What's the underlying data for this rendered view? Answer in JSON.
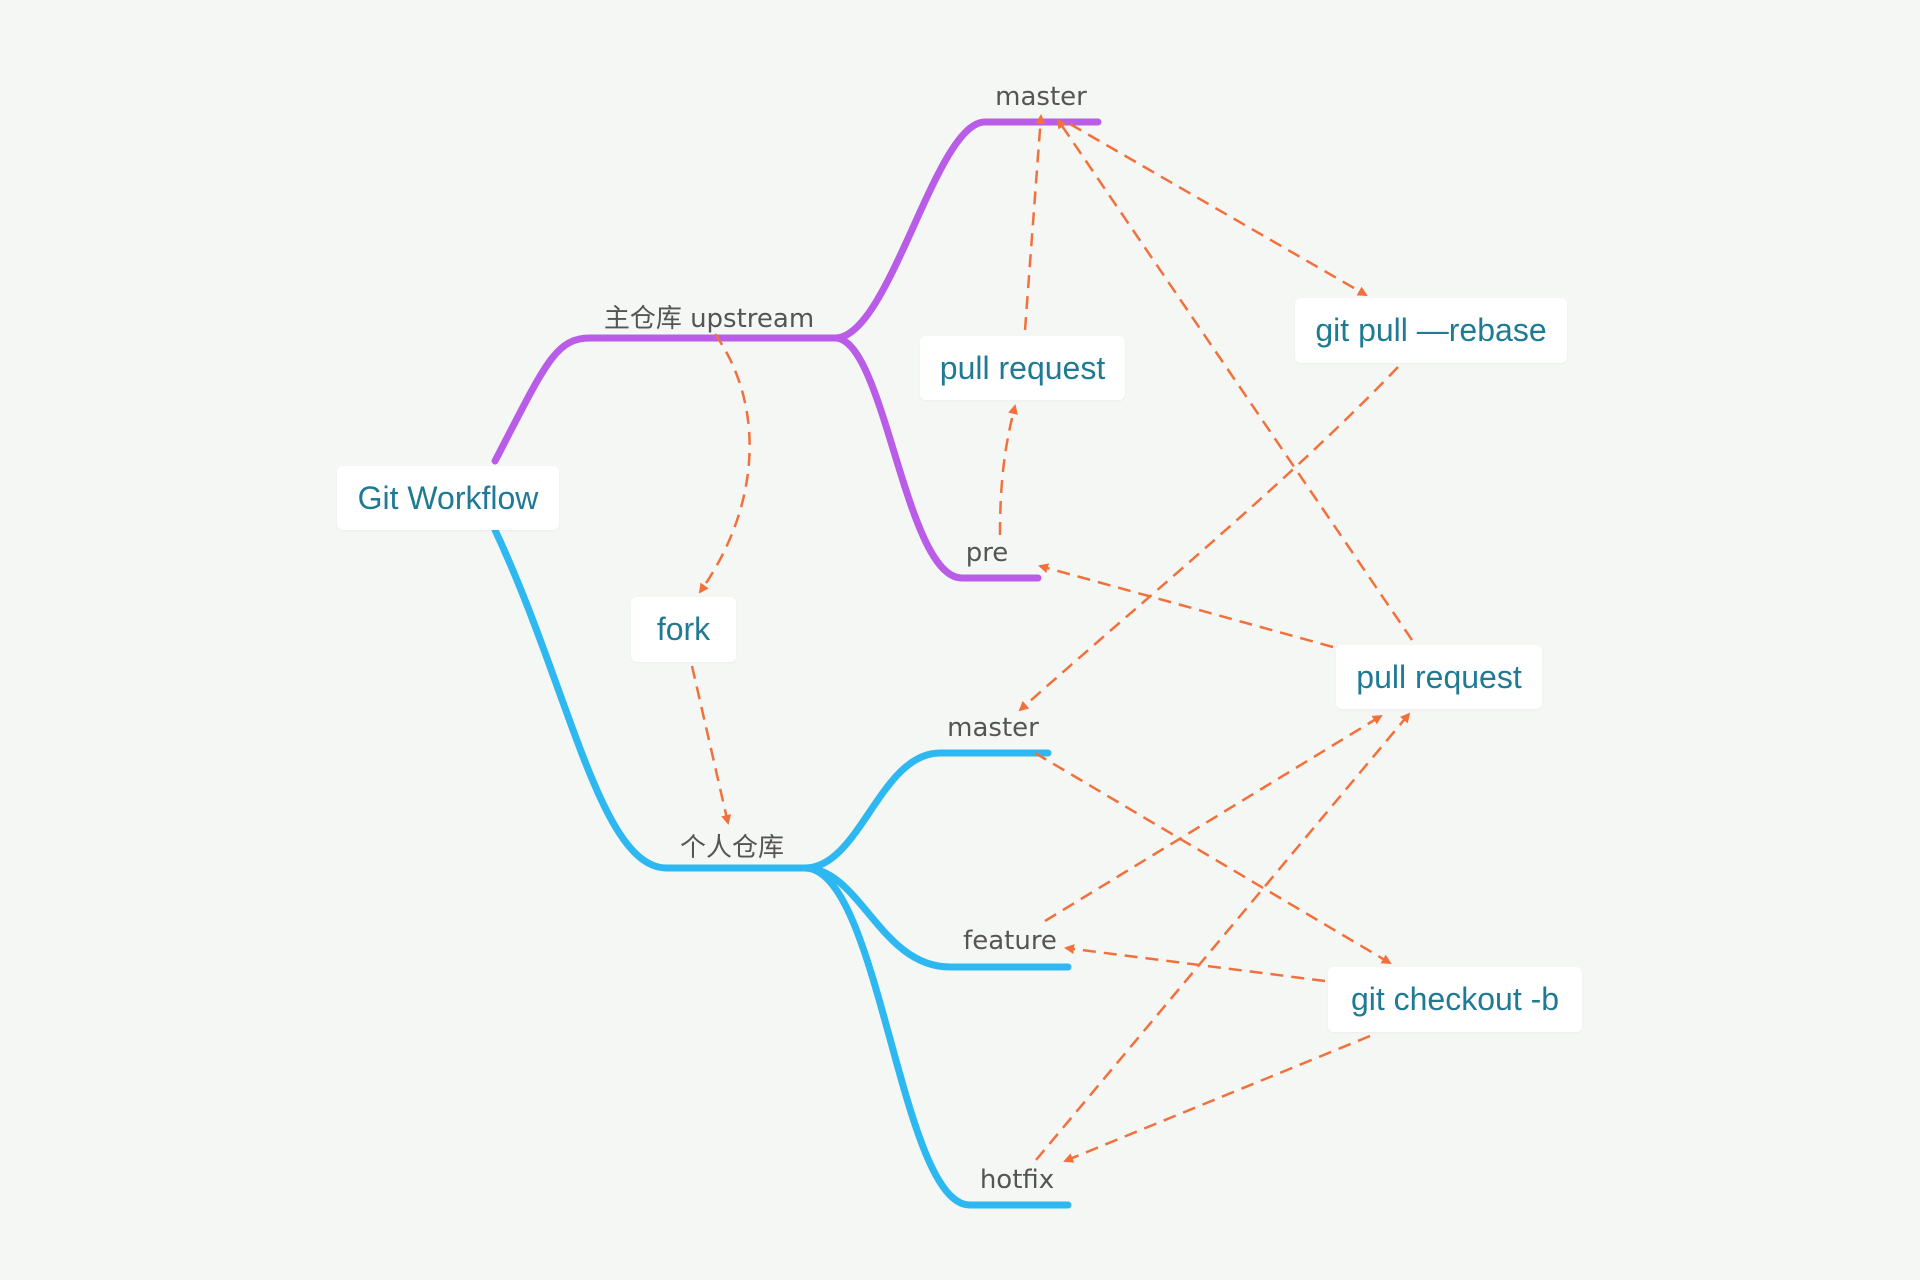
{
  "root": {
    "label": "Git Workflow"
  },
  "upstream": {
    "label": "主仓库 upstream",
    "branches": {
      "master": "master",
      "pre": "pre"
    },
    "pull_request": "pull request"
  },
  "fork": {
    "label": "fork"
  },
  "personal": {
    "label": "个人仓库",
    "branches": {
      "master": "master",
      "feature": "feature",
      "hotfix": "hotfix"
    }
  },
  "actions": {
    "git_pull_rebase": "git pull —rebase",
    "pull_request": "pull request",
    "git_checkout": "git checkout -b"
  },
  "colors": {
    "upstream_branch": "#b95ce8",
    "personal_branch": "#2db8f2",
    "arrow": "#f2703b",
    "box_text": "#1f7a94",
    "label_text": "#555555",
    "background": "#f5f7f4"
  }
}
